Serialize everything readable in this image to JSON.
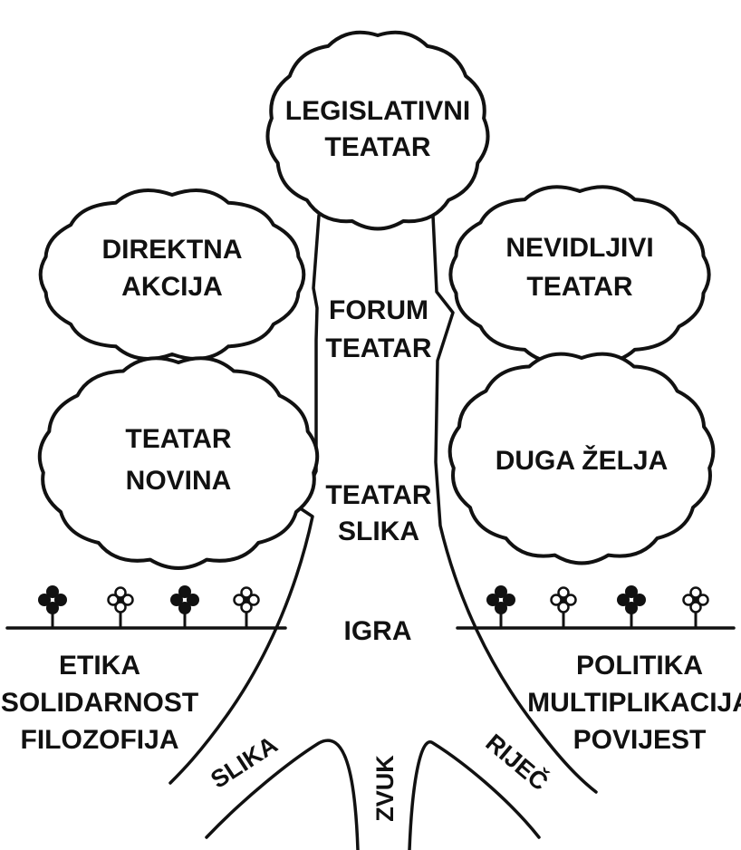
{
  "clouds": {
    "top": [
      "LEGISLATIVNI",
      "TEATAR"
    ],
    "upper_left": [
      "DIREKTNA",
      "AKCIJA"
    ],
    "upper_right": [
      "NEVIDLJIVI",
      "TEATAR"
    ],
    "lower_left": [
      "TEATAR",
      "NOVINA"
    ],
    "lower_right": "DUGA ŽELJA"
  },
  "trunk": {
    "forum": [
      "FORUM",
      "TEATAR"
    ],
    "slika_teatar": [
      "TEATAR",
      "SLIKA"
    ],
    "igra": "IGRA"
  },
  "ground_left": [
    "ETIKA",
    "SOLIDARNOST",
    "FILOZOFIJA"
  ],
  "ground_right": [
    "POLITIKA",
    "MULTIPLIKACIJA",
    "POVIJEST"
  ],
  "roots": {
    "left": "SLIKA",
    "middle": "ZVUK",
    "right": "RIJEČ"
  },
  "colors": {
    "ink": "#111111",
    "background": "#ffffff"
  }
}
